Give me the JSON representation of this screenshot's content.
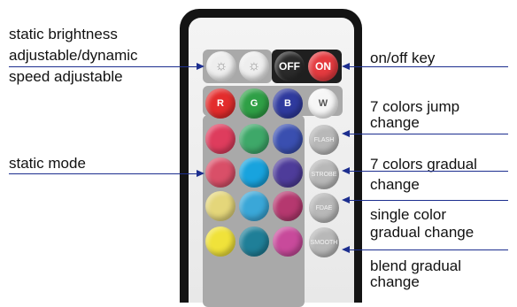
{
  "labels": {
    "brightness_1": "static brightness",
    "brightness_2": "adjustable/dynamic",
    "brightness_3": "speed adjustable",
    "static_mode": "static mode",
    "onoff": "on/off key",
    "jump_1": "7 colors jump",
    "jump_2": "change",
    "gradual_1": "7 colors gradual",
    "gradual_2": "change",
    "single_1": "single color",
    "single_2": "gradual change",
    "blend_1": "blend gradual",
    "blend_2": "change"
  },
  "buttons": {
    "off": "OFF",
    "on": "ON",
    "red": "R",
    "green": "G",
    "blue": "B",
    "white": "W",
    "flash": "FLASH",
    "strobe": "STROBE",
    "fade": "FDAE",
    "smooth": "SMOOTH"
  },
  "colors": {
    "accent_line": "#1c2e8f",
    "grid_row2": [
      "#de3c5d",
      "#3ea869",
      "#3a4fb0"
    ],
    "grid_row3": [
      "#d94f68",
      "#18a3de",
      "#4e3c9a"
    ],
    "grid_row4": [
      "#e4d67a",
      "#3aa7d8",
      "#b5386f"
    ],
    "grid_row5": [
      "#f0e23a",
      "#1f7f98",
      "#c84a9b"
    ]
  }
}
